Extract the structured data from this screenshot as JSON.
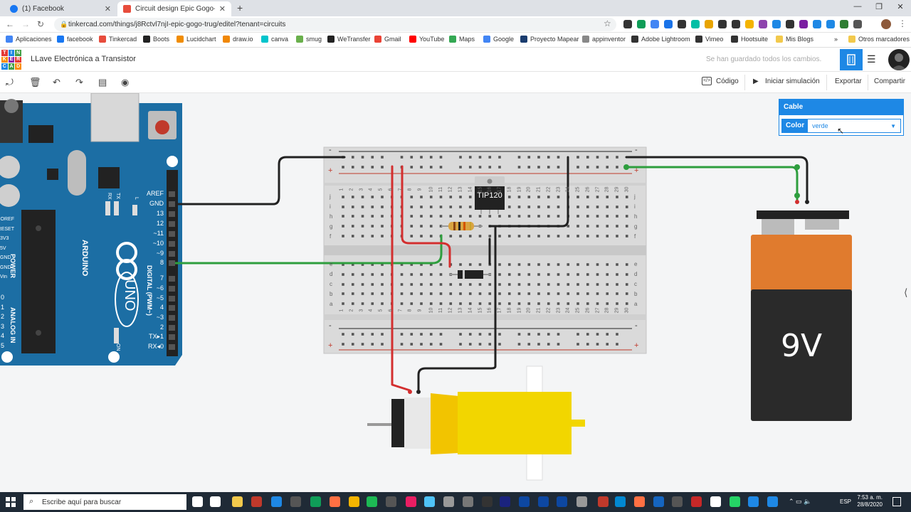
{
  "browser": {
    "tabs": [
      {
        "title": "(1) Facebook",
        "favicon_color": "#1877f2",
        "active": false
      },
      {
        "title": "Circuit design Epic Gogo-Trug | T",
        "favicon_color": "#e74c3c",
        "active": true
      }
    ],
    "new_tab_icon": "+",
    "url": "tinkercad.com/things/j8Rctvl7njI-epic-gogo-trug/editel?tenant=circuits",
    "bookmarks": [
      {
        "label": "Aplicaciones",
        "color": "#4285f4"
      },
      {
        "label": "facebook",
        "color": "#1877f2"
      },
      {
        "label": "Tinkercad",
        "color": "#e74c3c"
      },
      {
        "label": "Boots",
        "color": "#222"
      },
      {
        "label": "Lucidchart",
        "color": "#f08c00"
      },
      {
        "label": "draw.io",
        "color": "#f08705"
      },
      {
        "label": "canva",
        "color": "#00c4cc"
      },
      {
        "label": "smug",
        "color": "#6ab04c"
      },
      {
        "label": "WeTransfer",
        "color": "#222"
      },
      {
        "label": "Gmail",
        "color": "#ea4335"
      },
      {
        "label": "YouTube",
        "color": "#ff0000"
      },
      {
        "label": "Maps",
        "color": "#34a853"
      },
      {
        "label": "Google",
        "color": "#4285f4"
      },
      {
        "label": "Proyecto Mapear",
        "color": "#1a3c6e"
      },
      {
        "label": "appinventor",
        "color": "#888"
      },
      {
        "label": "Adobe Lightroom",
        "color": "#333"
      },
      {
        "label": "Vimeo",
        "color": "#333"
      },
      {
        "label": "Hootsuite",
        "color": "#333"
      },
      {
        "label": "Mis Blogs",
        "color": "#f2c94c"
      }
    ],
    "more_bookmarks": "»",
    "other_bookmarks": "Otros marcadores"
  },
  "app": {
    "logo_letters": [
      "T",
      "I",
      "N",
      "K",
      "E",
      "R",
      "C",
      "A",
      "D"
    ],
    "project_title": "LLave Electrónica a Transistor",
    "save_status": "Se han guardado todos los cambios."
  },
  "toolbar": {
    "code_label": "Código",
    "simulate_label": "Iniciar simulación",
    "export_label": "Exportar",
    "share_label": "Compartir"
  },
  "cable_panel": {
    "title": "Cable",
    "color_label": "Color",
    "color_value": "verde"
  },
  "circuit": {
    "arduino": {
      "brand": "ARDUINO",
      "model": "UNO",
      "digital_label": "DIGITAL (PWM~)",
      "power_label": "POWER",
      "analog_label": "ANALOG IN",
      "pins_right": [
        "AREF",
        "GND",
        "13",
        "12",
        "~11",
        "~10",
        "~9",
        "8",
        "7",
        "~6",
        "~5",
        "4",
        "~3",
        "2",
        "TX▸1",
        "RX◂0"
      ],
      "pins_left": [
        "IOREF",
        "RESET",
        "3V3",
        "5V",
        "GND",
        "GND",
        "Vin"
      ],
      "analog_pins": [
        "0",
        "1",
        "2",
        "3",
        "4",
        "5"
      ],
      "rx_label": "RX",
      "tx_label": "TX",
      "l_label": "L",
      "on_label": "ON"
    },
    "breadboard": {
      "rows_top": [
        "j",
        "i",
        "h",
        "g",
        "f"
      ],
      "rows_bottom": [
        "e",
        "d",
        "c",
        "b",
        "a"
      ],
      "columns": [
        "1",
        "2",
        "3",
        "4",
        "5",
        "6",
        "7",
        "8",
        "9",
        "10",
        "11",
        "12",
        "13",
        "14",
        "15",
        "16",
        "17",
        "18",
        "19",
        "20",
        "21",
        "22",
        "23",
        "24",
        "25",
        "26",
        "27",
        "28",
        "29",
        "30"
      ],
      "plus": "+",
      "minus": "-"
    },
    "transistor_label": "TIP120",
    "battery_label": "9V"
  },
  "taskbar": {
    "search_placeholder": "Escribe aquí para buscar",
    "language": "ESP",
    "time": "7:53 a. m.",
    "date": "28/8/2020"
  }
}
